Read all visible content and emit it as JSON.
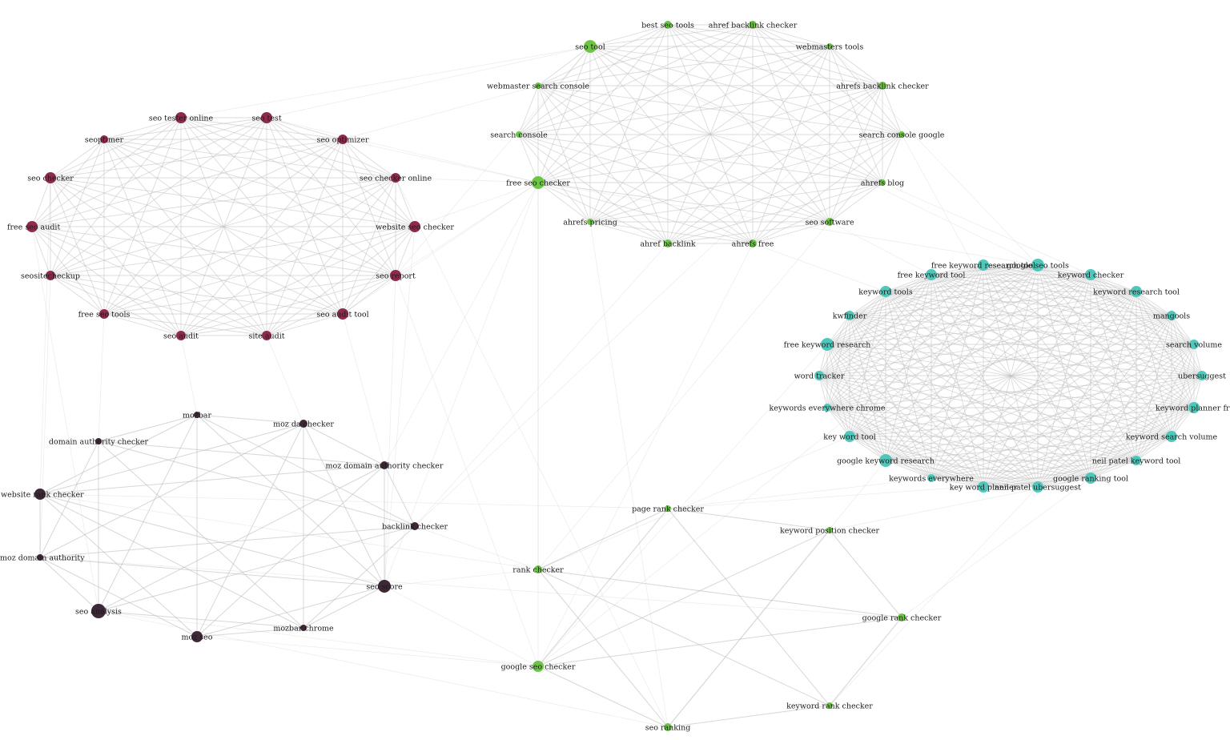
{
  "colors": {
    "cluster_maroon": "#8e2a4c",
    "cluster_dark": "#3d2838",
    "cluster_green": "#6cc644",
    "cluster_teal": "#4fc8bb",
    "edge": "#bdbdbd"
  },
  "nodes": [
    {
      "id": "seo tester online",
      "group": "maroon",
      "size": 7
    },
    {
      "id": "seo test",
      "group": "maroon",
      "size": 7
    },
    {
      "id": "seoptimer",
      "group": "maroon",
      "size": 5
    },
    {
      "id": "seo optimizer",
      "group": "maroon",
      "size": 6
    },
    {
      "id": "seo checker",
      "group": "maroon",
      "size": 7
    },
    {
      "id": "seo checker online",
      "group": "maroon",
      "size": 6
    },
    {
      "id": "free seo audit",
      "group": "maroon",
      "size": 7
    },
    {
      "id": "website seo checker",
      "group": "maroon",
      "size": 7
    },
    {
      "id": "seositecheckup",
      "group": "maroon",
      "size": 6
    },
    {
      "id": "seo report",
      "group": "maroon",
      "size": 7
    },
    {
      "id": "free seo tools",
      "group": "maroon",
      "size": 6
    },
    {
      "id": "seo audit tool",
      "group": "maroon",
      "size": 7
    },
    {
      "id": "seo audit",
      "group": "maroon",
      "size": 6
    },
    {
      "id": "site audit",
      "group": "maroon",
      "size": 6
    },
    {
      "id": "mozbar",
      "group": "dark",
      "size": 4
    },
    {
      "id": "moz da checker",
      "group": "dark",
      "size": 5
    },
    {
      "id": "domain authority checker",
      "group": "dark",
      "size": 4
    },
    {
      "id": "moz domain authority checker",
      "group": "dark",
      "size": 5
    },
    {
      "id": "website rank checker",
      "group": "dark",
      "size": 7
    },
    {
      "id": "backlink checker",
      "group": "dark",
      "size": 5
    },
    {
      "id": "moz domain authority",
      "group": "dark",
      "size": 4
    },
    {
      "id": "seo score",
      "group": "dark",
      "size": 8
    },
    {
      "id": "seo analysis",
      "group": "dark",
      "size": 9
    },
    {
      "id": "mozbar chrome",
      "group": "dark",
      "size": 4
    },
    {
      "id": "moz seo",
      "group": "dark",
      "size": 7
    },
    {
      "id": "best seo tools",
      "group": "green",
      "size": 5
    },
    {
      "id": "ahref backlink checker",
      "group": "green",
      "size": 5
    },
    {
      "id": "seo tool",
      "group": "green",
      "size": 8
    },
    {
      "id": "webmasters tools",
      "group": "green",
      "size": 4
    },
    {
      "id": "webmaster search console",
      "group": "green",
      "size": 4
    },
    {
      "id": "ahrefs backlink checker",
      "group": "green",
      "size": 5
    },
    {
      "id": "search console",
      "group": "green",
      "size": 4
    },
    {
      "id": "search console google",
      "group": "green",
      "size": 4
    },
    {
      "id": "free seo checker",
      "group": "green",
      "size": 8
    },
    {
      "id": "ahrefs blog",
      "group": "green",
      "size": 4
    },
    {
      "id": "ahrefs pricing",
      "group": "green",
      "size": 4
    },
    {
      "id": "seo software",
      "group": "green",
      "size": 5
    },
    {
      "id": "ahref backlink",
      "group": "green",
      "size": 5
    },
    {
      "id": "ahrefs free",
      "group": "green",
      "size": 5
    },
    {
      "id": "free keyword research tool",
      "group": "teal",
      "size": 7
    },
    {
      "id": "google seo tools",
      "group": "teal",
      "size": 8
    },
    {
      "id": "free keyword tool",
      "group": "teal",
      "size": 7
    },
    {
      "id": "keyword checker",
      "group": "teal",
      "size": 7
    },
    {
      "id": "keyword tools",
      "group": "teal",
      "size": 7
    },
    {
      "id": "keyword research tool",
      "group": "teal",
      "size": 7
    },
    {
      "id": "kwfinder",
      "group": "teal",
      "size": 6
    },
    {
      "id": "mangools",
      "group": "teal",
      "size": 6
    },
    {
      "id": "free keyword research",
      "group": "teal",
      "size": 8
    },
    {
      "id": "search volume",
      "group": "teal",
      "size": 6
    },
    {
      "id": "word tracker",
      "group": "teal",
      "size": 6
    },
    {
      "id": "ubersuggest",
      "group": "teal",
      "size": 6
    },
    {
      "id": "keywords everywhere chrome",
      "group": "teal",
      "size": 5
    },
    {
      "id": "keyword planner free",
      "group": "teal",
      "size": 7
    },
    {
      "id": "key word tool",
      "group": "teal",
      "size": 7
    },
    {
      "id": "keyword search volume",
      "group": "teal",
      "size": 7
    },
    {
      "id": "google keyword research",
      "group": "teal",
      "size": 8
    },
    {
      "id": "neil patel keyword tool",
      "group": "teal",
      "size": 6
    },
    {
      "id": "keywords everywhere",
      "group": "teal",
      "size": 5
    },
    {
      "id": "google ranking tool",
      "group": "teal",
      "size": 7
    },
    {
      "id": "key word planner",
      "group": "teal",
      "size": 7
    },
    {
      "id": "neil patel ubersuggest",
      "group": "teal",
      "size": 7
    },
    {
      "id": "page rank checker",
      "group": "green",
      "size": 4
    },
    {
      "id": "keyword position checker",
      "group": "green",
      "size": 4
    },
    {
      "id": "rank checker",
      "group": "green",
      "size": 5
    },
    {
      "id": "google rank checker",
      "group": "green",
      "size": 5
    },
    {
      "id": "google seo checker",
      "group": "green",
      "size": 7
    },
    {
      "id": "keyword rank checker",
      "group": "green",
      "size": 4
    },
    {
      "id": "seo ranking",
      "group": "green",
      "size": 5
    }
  ]
}
